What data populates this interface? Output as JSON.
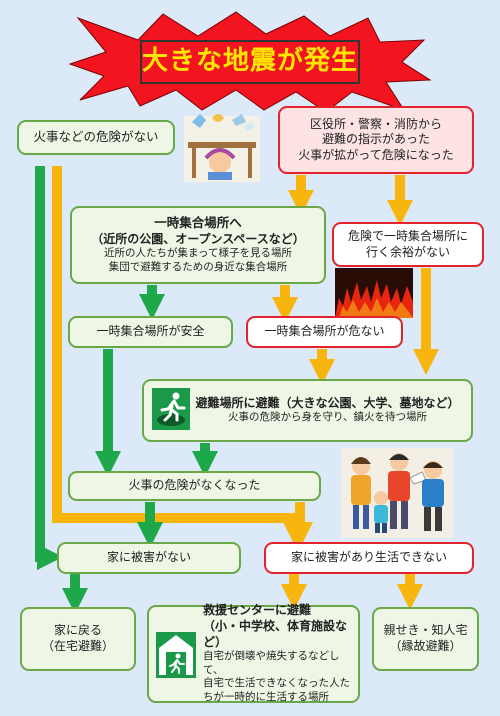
{
  "title": "大きな地震が発生",
  "colors": {
    "background": "#dbe9f8",
    "green": "#1fa84a",
    "orange": "#f7b50e",
    "red": "#e3232b",
    "burst": "#f2151f",
    "burst_text": "#ffe600"
  },
  "icons": [
    "explosion-burst",
    "person-under-table-illustration",
    "fire-illustration",
    "evacuation-sign-icon",
    "refuge-door-icon",
    "evacuating-family-illustration"
  ],
  "boxes": {
    "no_danger": "火事などの危険がない",
    "instruction": [
      "区役所・警察・消防から",
      "避難の指示があった",
      "火事が拡がって危険になった"
    ],
    "temp_gather": {
      "title": [
        "一時集合場所へ",
        "（近所の公園、オープンスペースなど）"
      ],
      "desc": [
        "近所の人たちが集まって様子を見る場所",
        "集団で避難するための身近な集合場所"
      ]
    },
    "no_time": [
      "危険で一時集合場所に",
      "行く余裕がない"
    ],
    "temp_safe": "一時集合場所が安全",
    "temp_danger": "一時集合場所が危ない",
    "evac_area": {
      "title": "避難場所に避難（大きな公園、大学、墓地など）",
      "desc": "火事の危険から身を守り、鎮火を待つ場所"
    },
    "fire_over": "火事の危険がなくなった",
    "house_ok": "家に被害がない",
    "house_damaged": "家に被害があり生活できない",
    "go_home": [
      "家に戻る",
      "（在宅避難）"
    ],
    "rescue": {
      "title": [
        "救援センターに避難",
        "（小・中学校、体育施設など）"
      ],
      "desc": [
        "自宅が倒壊や焼失するなどして、",
        "自宅で生活できなくなった人た",
        "ちが一時的に生活する場所"
      ]
    },
    "relatives": [
      "親せき・知人宅",
      "（縁故避難）"
    ]
  }
}
